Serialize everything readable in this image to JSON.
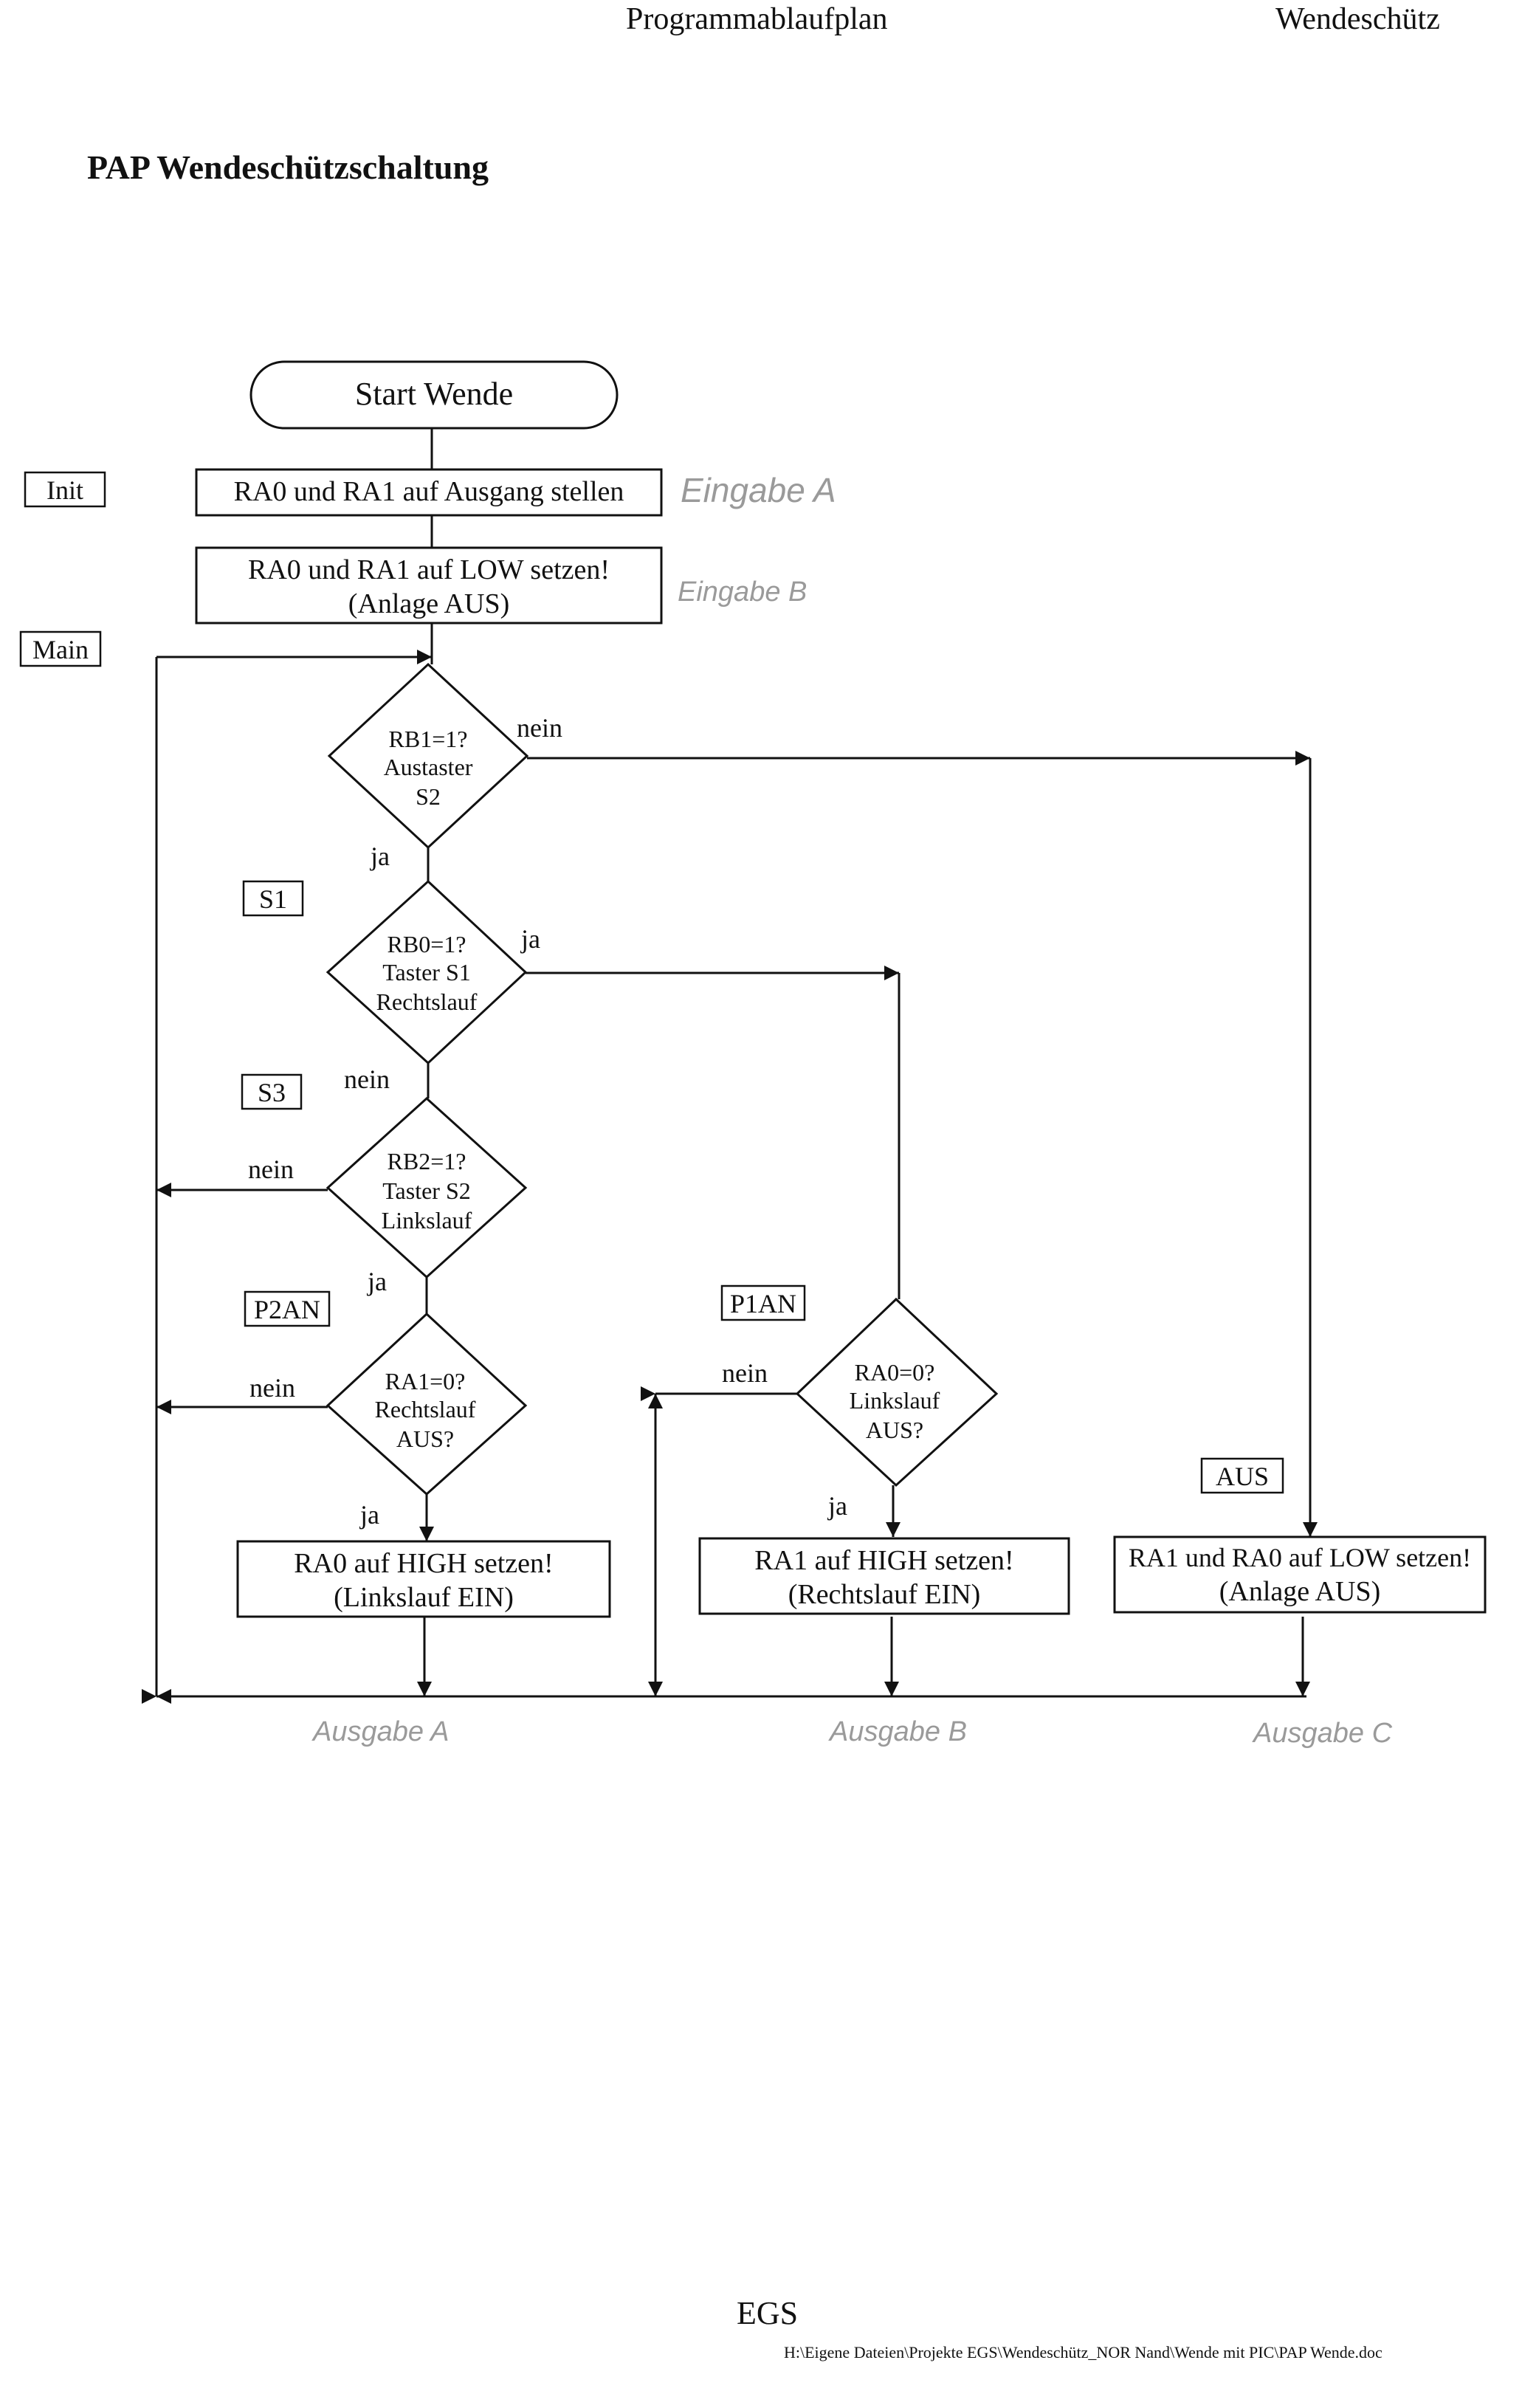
{
  "header": {
    "center": "Programmablaufplan",
    "right": "Wendeschütz"
  },
  "title": "PAP Wendeschützschaltung",
  "side_labels": {
    "init": "Init",
    "main": "Main",
    "s1": "S1",
    "s3": "S3",
    "p2an": "P2AN",
    "p1an": "P1AN",
    "aus": "AUS"
  },
  "start": "Start Wende",
  "process": {
    "ausgang": "RA0 und RA1 auf Ausgang stellen",
    "low_l1": "RA0 und RA1 auf LOW setzen!",
    "low_l2": "(Anlage AUS)",
    "ra0_l1": "RA0 auf HIGH setzen!",
    "ra0_l2": "(Linkslauf EIN)",
    "ra1_l1": "RA1 auf HIGH setzen!",
    "ra1_l2": "(Rechtslauf EIN)",
    "aus_l1": "RA1 und RA0 auf LOW setzen!",
    "aus_l2": "(Anlage AUS)"
  },
  "decisions": {
    "d1": [
      "RB1=1?",
      "Austaster",
      "S2"
    ],
    "d2": [
      "RB0=1?",
      "Taster S1",
      "Rechtslauf"
    ],
    "d3": [
      "RB2=1?",
      "Taster S2",
      "Linkslauf"
    ],
    "d4": [
      "RA1=0?",
      "Rechtslauf",
      "AUS?"
    ],
    "d5": [
      "RA0=0?",
      "Linkslauf",
      "AUS?"
    ]
  },
  "edges": {
    "d1_nein": "nein",
    "d1_ja": "ja",
    "d2_ja": "ja",
    "d2_nein": "nein",
    "d3_nein": "nein",
    "d3_ja": "ja",
    "d4_nein": "nein",
    "d4_ja": "ja",
    "d5_nein": "nein",
    "d5_ja": "ja"
  },
  "handwritten": {
    "eingabe_a": "Eingabe A",
    "eingabe_b": "Eingabe B",
    "ausgabe_a": "Ausgabe A",
    "ausgabe_b": "Ausgabe B",
    "ausgabe_c": "Ausgabe C"
  },
  "footer": {
    "org": "EGS",
    "path": "H:\\Eigene Dateien\\Projekte EGS\\Wendeschütz_NOR Nand\\Wende mit PIC\\PAP Wende.doc"
  }
}
